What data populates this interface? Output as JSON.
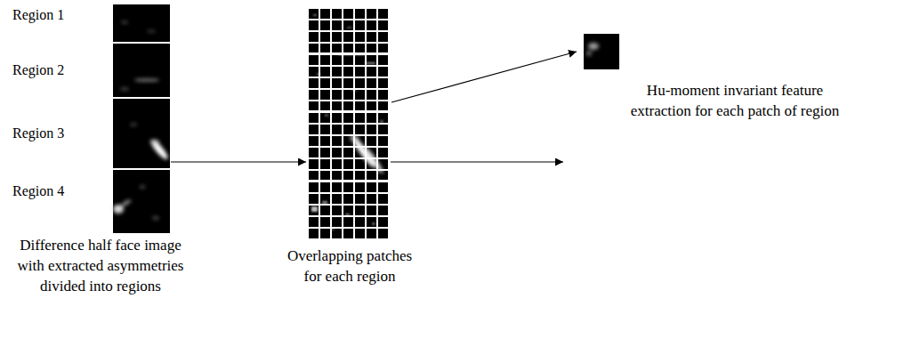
{
  "diagram": {
    "nodes": [
      {
        "text": [
          "Difference half face image with extracted asymmetries divided into regions"
        ]
      },
      {
        "text": [
          "Overlapping patches for each region"
        ]
      },
      {
        "text": [
          "Hu-moment invariant feature extraction for each patch of region"
        ]
      }
    ],
    "edges": [
      {
        "from": 0,
        "to": 1,
        "arrow": "to"
      },
      {
        "from": 1,
        "to": 2,
        "arrow": "to"
      }
    ],
    "labels": [
      "Region 1",
      "Region 2",
      "Region 3",
      "Region 4"
    ]
  }
}
